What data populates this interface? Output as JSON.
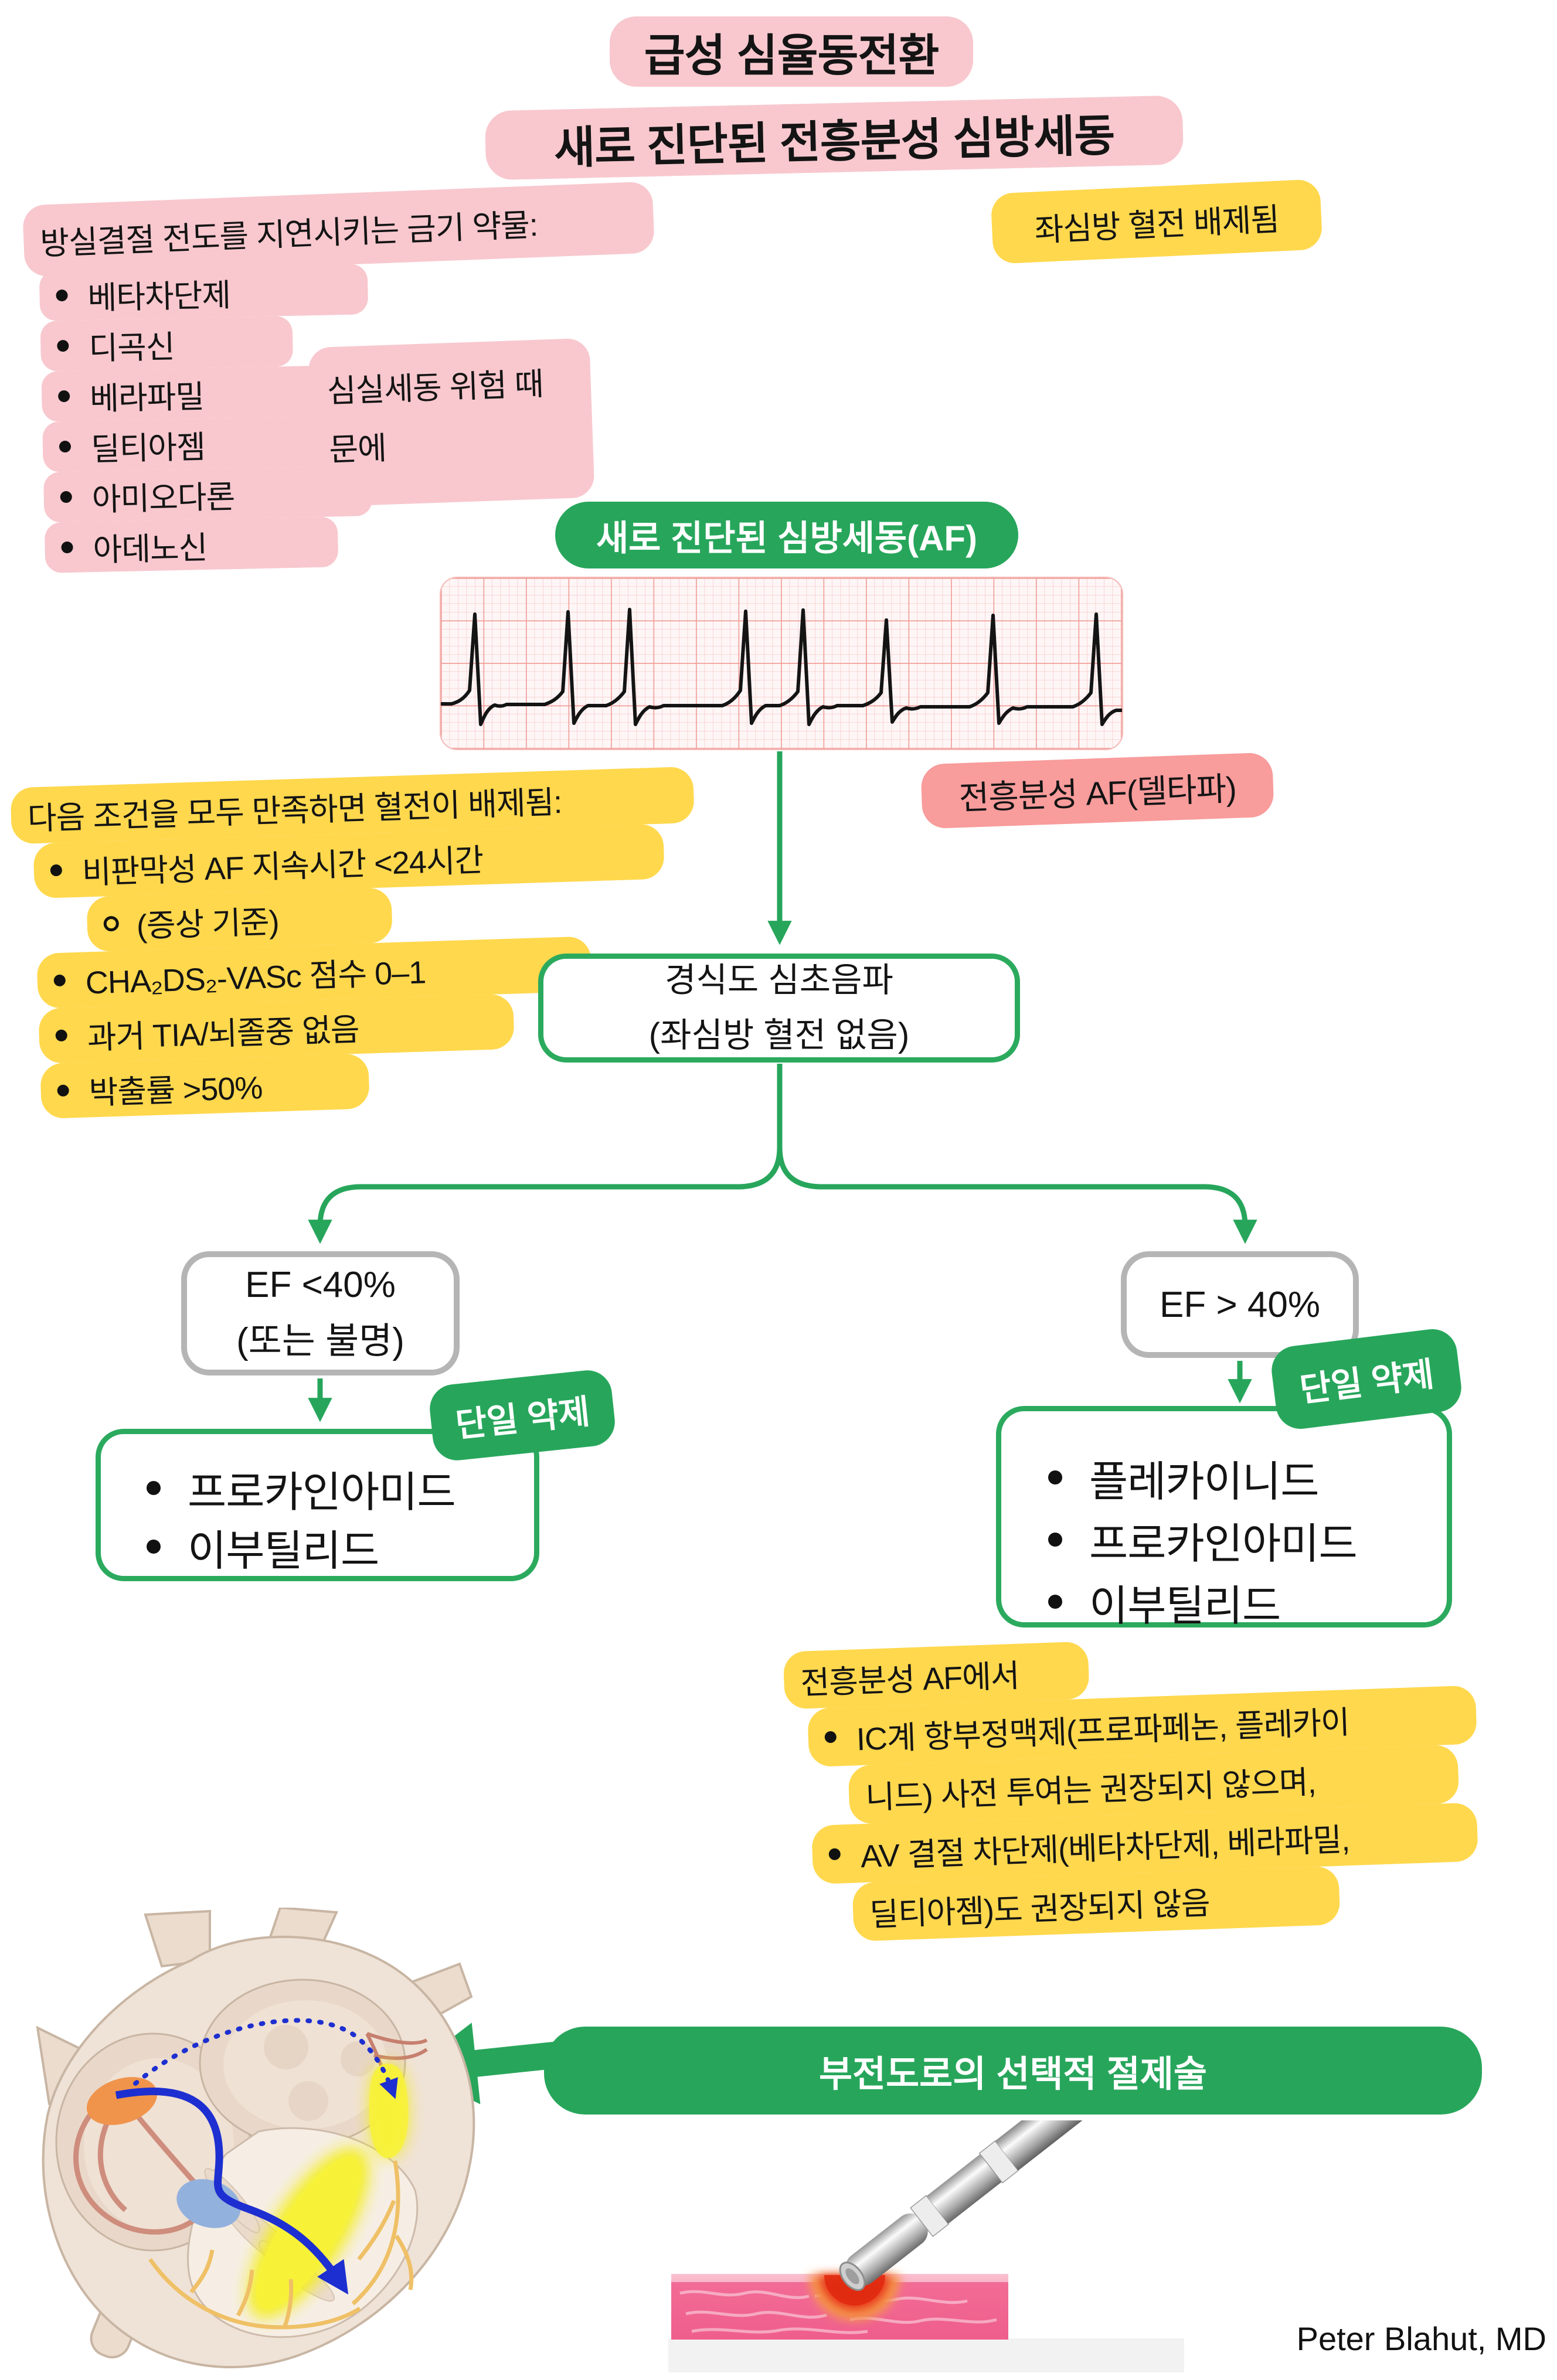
{
  "title": {
    "line1": "급성 심율동전환",
    "line2": "새로 진단된 전흥분성 심방세동"
  },
  "top_right_tag": {
    "label": "좌심방 혈전 배제됨"
  },
  "contraindicated_box": {
    "header": "방실결절 전도를 지연시키는 금기 약물:",
    "drugs": [
      "베타차단제",
      "디곡신",
      "베라파밀",
      "딜티아젬",
      "아미오다론",
      "아데노신"
    ],
    "reason_line1": "심실세동 위험 때",
    "reason_line2": "문에"
  },
  "af_pill": {
    "label": "새로 진단된 심방세동(AF)"
  },
  "ecg": {
    "caption": "전흥분성 AF(델타파)"
  },
  "exclusion_box": {
    "header": "다음 조건을 모두 만족하면 혈전이 배제됨:",
    "item1": "비판막성 AF 지속시간 <24시간",
    "item1_sub": "(증상 기준)",
    "item2": "CHA₂DS₂-VASc 점수 0–1",
    "item3": "과거 TIA/뇌졸중 없음",
    "item4": "박출률 >50%"
  },
  "tee_box": {
    "line1": "경식도 심초음파",
    "line2": "(좌심방 혈전 없음)"
  },
  "ef_low_box": {
    "line1": "EF <40%",
    "line2": "(또는 불명)"
  },
  "ef_high_box": {
    "label": "EF > 40%"
  },
  "single_agent_badge": {
    "label": "단일 약제"
  },
  "ef_low_drugs": {
    "items": [
      "프로카인아미드",
      "이부틸리드"
    ]
  },
  "ef_high_drugs": {
    "items": [
      "플레카이니드",
      "프로카인아미드",
      "이부틸리드"
    ]
  },
  "caution_box": {
    "header": "전흥분성 AF에서",
    "item1_line1": "IC계 항부정맥제(프로파페논, 플레카이",
    "item1_line2": "니드) 사전 투여는 권장되지 않으며,",
    "item2_line1": "AV 결절 차단제(베타차단제, 베라파밀,",
    "item2_line2": "딜티아젬)도 권장되지 않음"
  },
  "ablation_banner": {
    "label": "부전도로의 선택적 절제술"
  },
  "credit": "Peter Blahut, MD",
  "colors": {
    "pink_light": "#F8C8CE",
    "pink_salmon": "#F89C9C",
    "yellow": "#FFD84D",
    "green": "#27A65B",
    "gray_border": "#B5B5B5",
    "ecg_grid_major": "#F0A09B",
    "ecg_grid_minor": "#F7CACA",
    "blue_conduction": "#1D2FD0"
  }
}
